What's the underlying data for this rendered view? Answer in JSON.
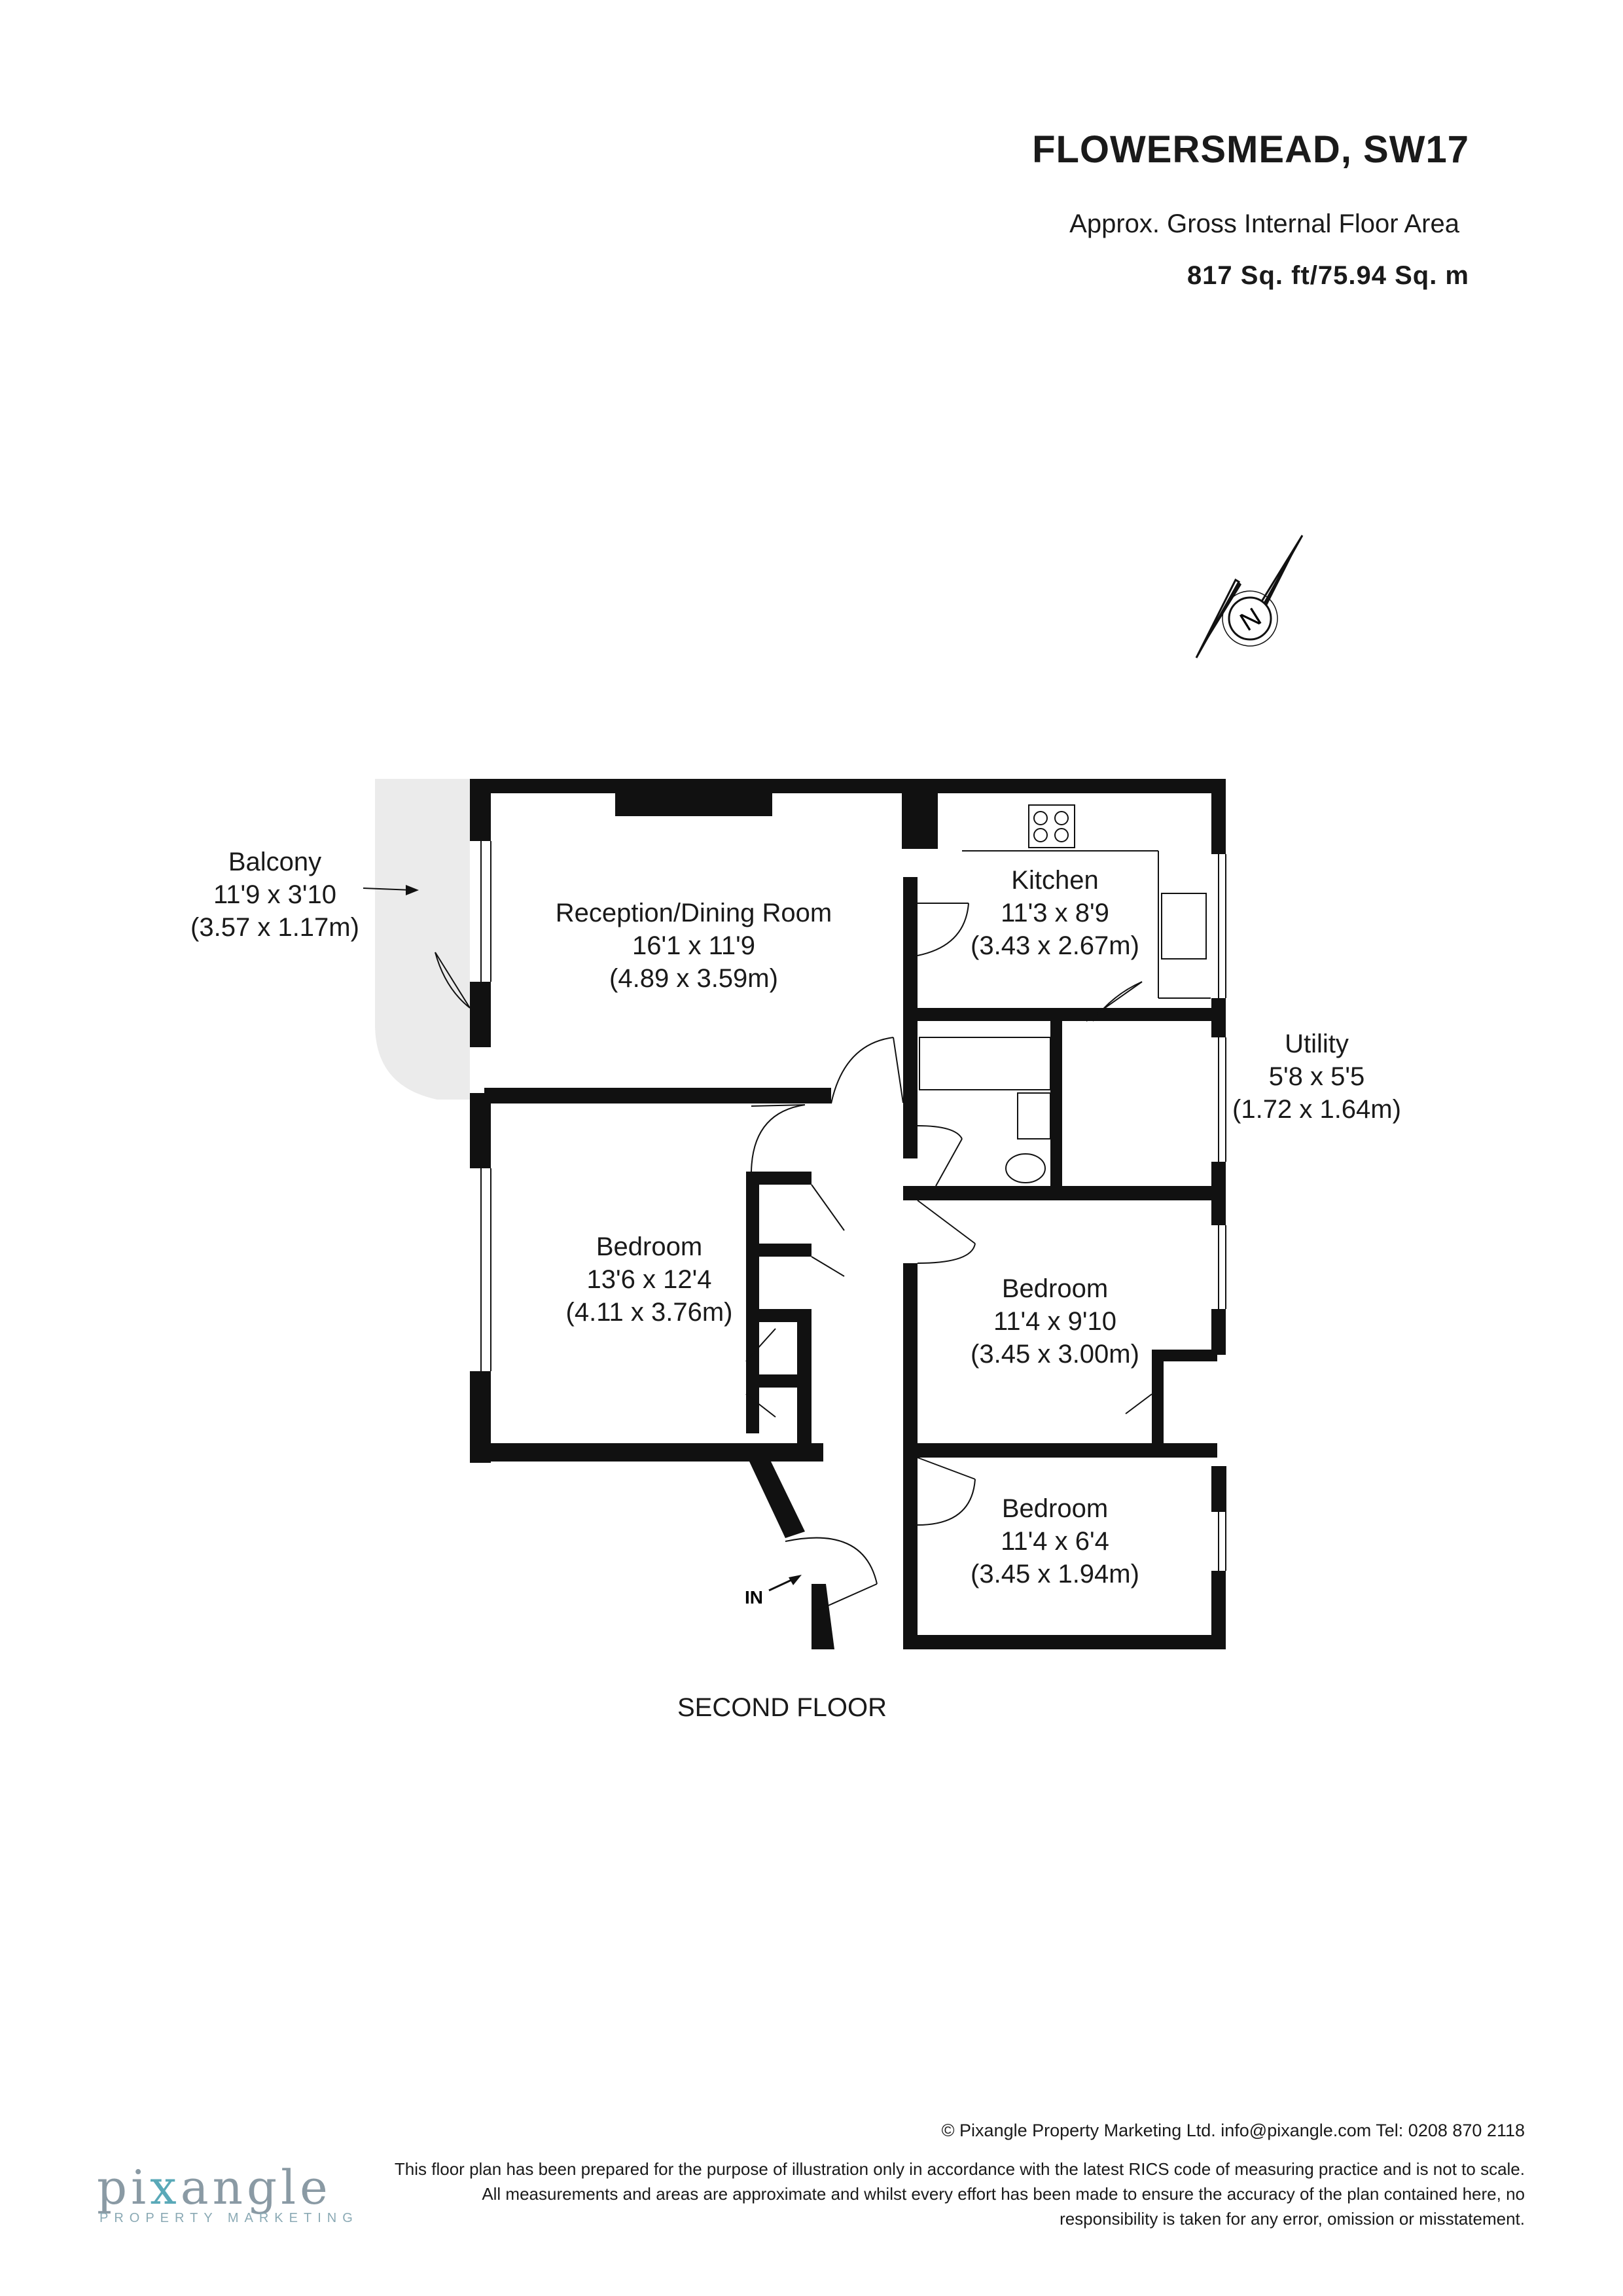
{
  "header": {
    "title": "FLOWERSMEAD, SW17",
    "subtitle": "Approx. Gross Internal Floor Area",
    "area": "817 Sq. ft/75.94 Sq. m"
  },
  "compass": {
    "label": "N"
  },
  "rooms": {
    "balcony": {
      "name": "Balcony",
      "imperial": "11'9 x 3'10",
      "metric": "(3.57 x 1.17m)"
    },
    "reception": {
      "name": "Reception/Dining Room",
      "imperial": "16'1 x 11'9",
      "metric": "(4.89 x 3.59m)"
    },
    "kitchen": {
      "name": "Kitchen",
      "imperial": "11'3 x 8'9",
      "metric": "(3.43 x 2.67m)"
    },
    "utility": {
      "name": "Utility",
      "imperial": "5'8 x 5'5",
      "metric": "(1.72 x 1.64m)"
    },
    "bedroom1": {
      "name": "Bedroom",
      "imperial": "13'6 x 12'4",
      "metric": "(4.11 x 3.76m)"
    },
    "bedroom2": {
      "name": "Bedroom",
      "imperial": "11'4 x 9'10",
      "metric": "(3.45 x 3.00m)"
    },
    "bedroom3": {
      "name": "Bedroom",
      "imperial": "11'4 x 6'4",
      "metric": "(3.45 x 1.94m)"
    }
  },
  "entrance_label": "IN",
  "floor_label": "SECOND FLOOR",
  "footer": {
    "copyright": "© Pixangle Property Marketing Ltd. info@pixangle.com Tel: 0208 870 2118",
    "disclaimer": "This floor plan has been prepared for the purpose of illustration only in accordance with the latest RICS code of measuring practice and is not to scale. All measurements and areas are approximate and whilst every effort has been made to ensure the accuracy of the plan contained here, no responsibility is taken for any error, omission or misstatement."
  },
  "logo": {
    "word_start": "pi",
    "word_x": "x",
    "word_end": "angle",
    "tagline": "PROPERTY MARKETING"
  },
  "colors": {
    "wall": "#111111",
    "balcony": "#ebebeb",
    "logo_grey": "#8a9aa4",
    "logo_accent": "#5aa9b8"
  }
}
